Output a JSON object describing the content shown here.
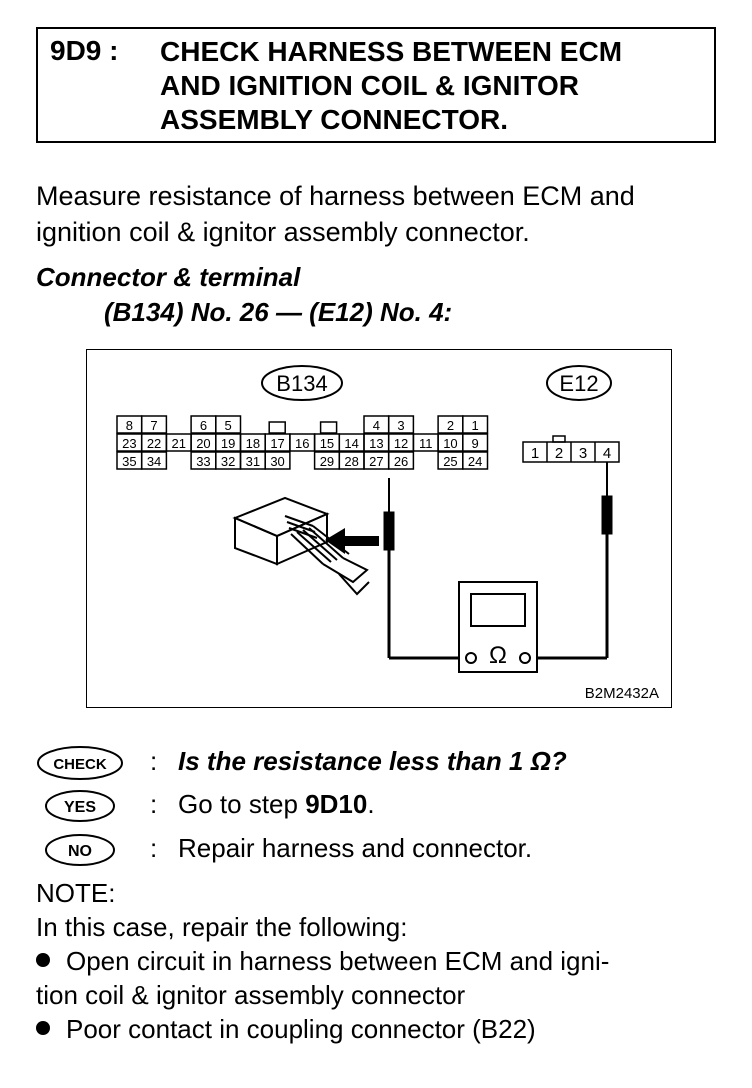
{
  "header": {
    "step_id": "9D9 :",
    "title_line1": "CHECK HARNESS BETWEEN ECM",
    "title_line2": "AND IGNITION COIL & IGNITOR",
    "title_line3": "ASSEMBLY CONNECTOR."
  },
  "intro": {
    "line1": "Measure resistance of harness between ECM and",
    "line2": "ignition coil & ignitor assembly connector."
  },
  "connector_terminal": {
    "heading": "Connector & terminal",
    "value": "(B134) No. 26 — (E12) No. 4:"
  },
  "figure": {
    "connector_b134_label": "B134",
    "connector_e12_label": "E12",
    "figure_code": "B2M2432A",
    "meter_symbol": "Ω",
    "b134_row1": [
      "8",
      "7",
      "6",
      "5",
      "4",
      "3",
      "2",
      "1"
    ],
    "b134_row2": [
      "23",
      "22",
      "21",
      "20",
      "19",
      "18",
      "17",
      "16",
      "15",
      "14",
      "13",
      "12",
      "11",
      "10",
      "9"
    ],
    "b134_row3": [
      "35",
      "34",
      "33",
      "32",
      "31",
      "30",
      "29",
      "28",
      "27",
      "26",
      "25",
      "24"
    ],
    "e12_pins": [
      "1",
      "2",
      "3",
      "4"
    ]
  },
  "qa": {
    "check_badge": "CHECK",
    "check_question": "Is the resistance less than 1 Ω?",
    "yes_badge": "YES",
    "yes_prefix": "Go to step ",
    "yes_step": "9D10",
    "yes_suffix": ".",
    "no_badge": "NO",
    "no_answer": "Repair harness and connector.",
    "colon": ":"
  },
  "note": {
    "heading": "NOTE:",
    "intro": "In this case, repair the following:",
    "item1_line1": "Open circuit in harness between ECM and igni-",
    "item1_line2": "tion coil & ignitor assembly connector",
    "item2": "Poor contact in coupling connector (B22)"
  }
}
